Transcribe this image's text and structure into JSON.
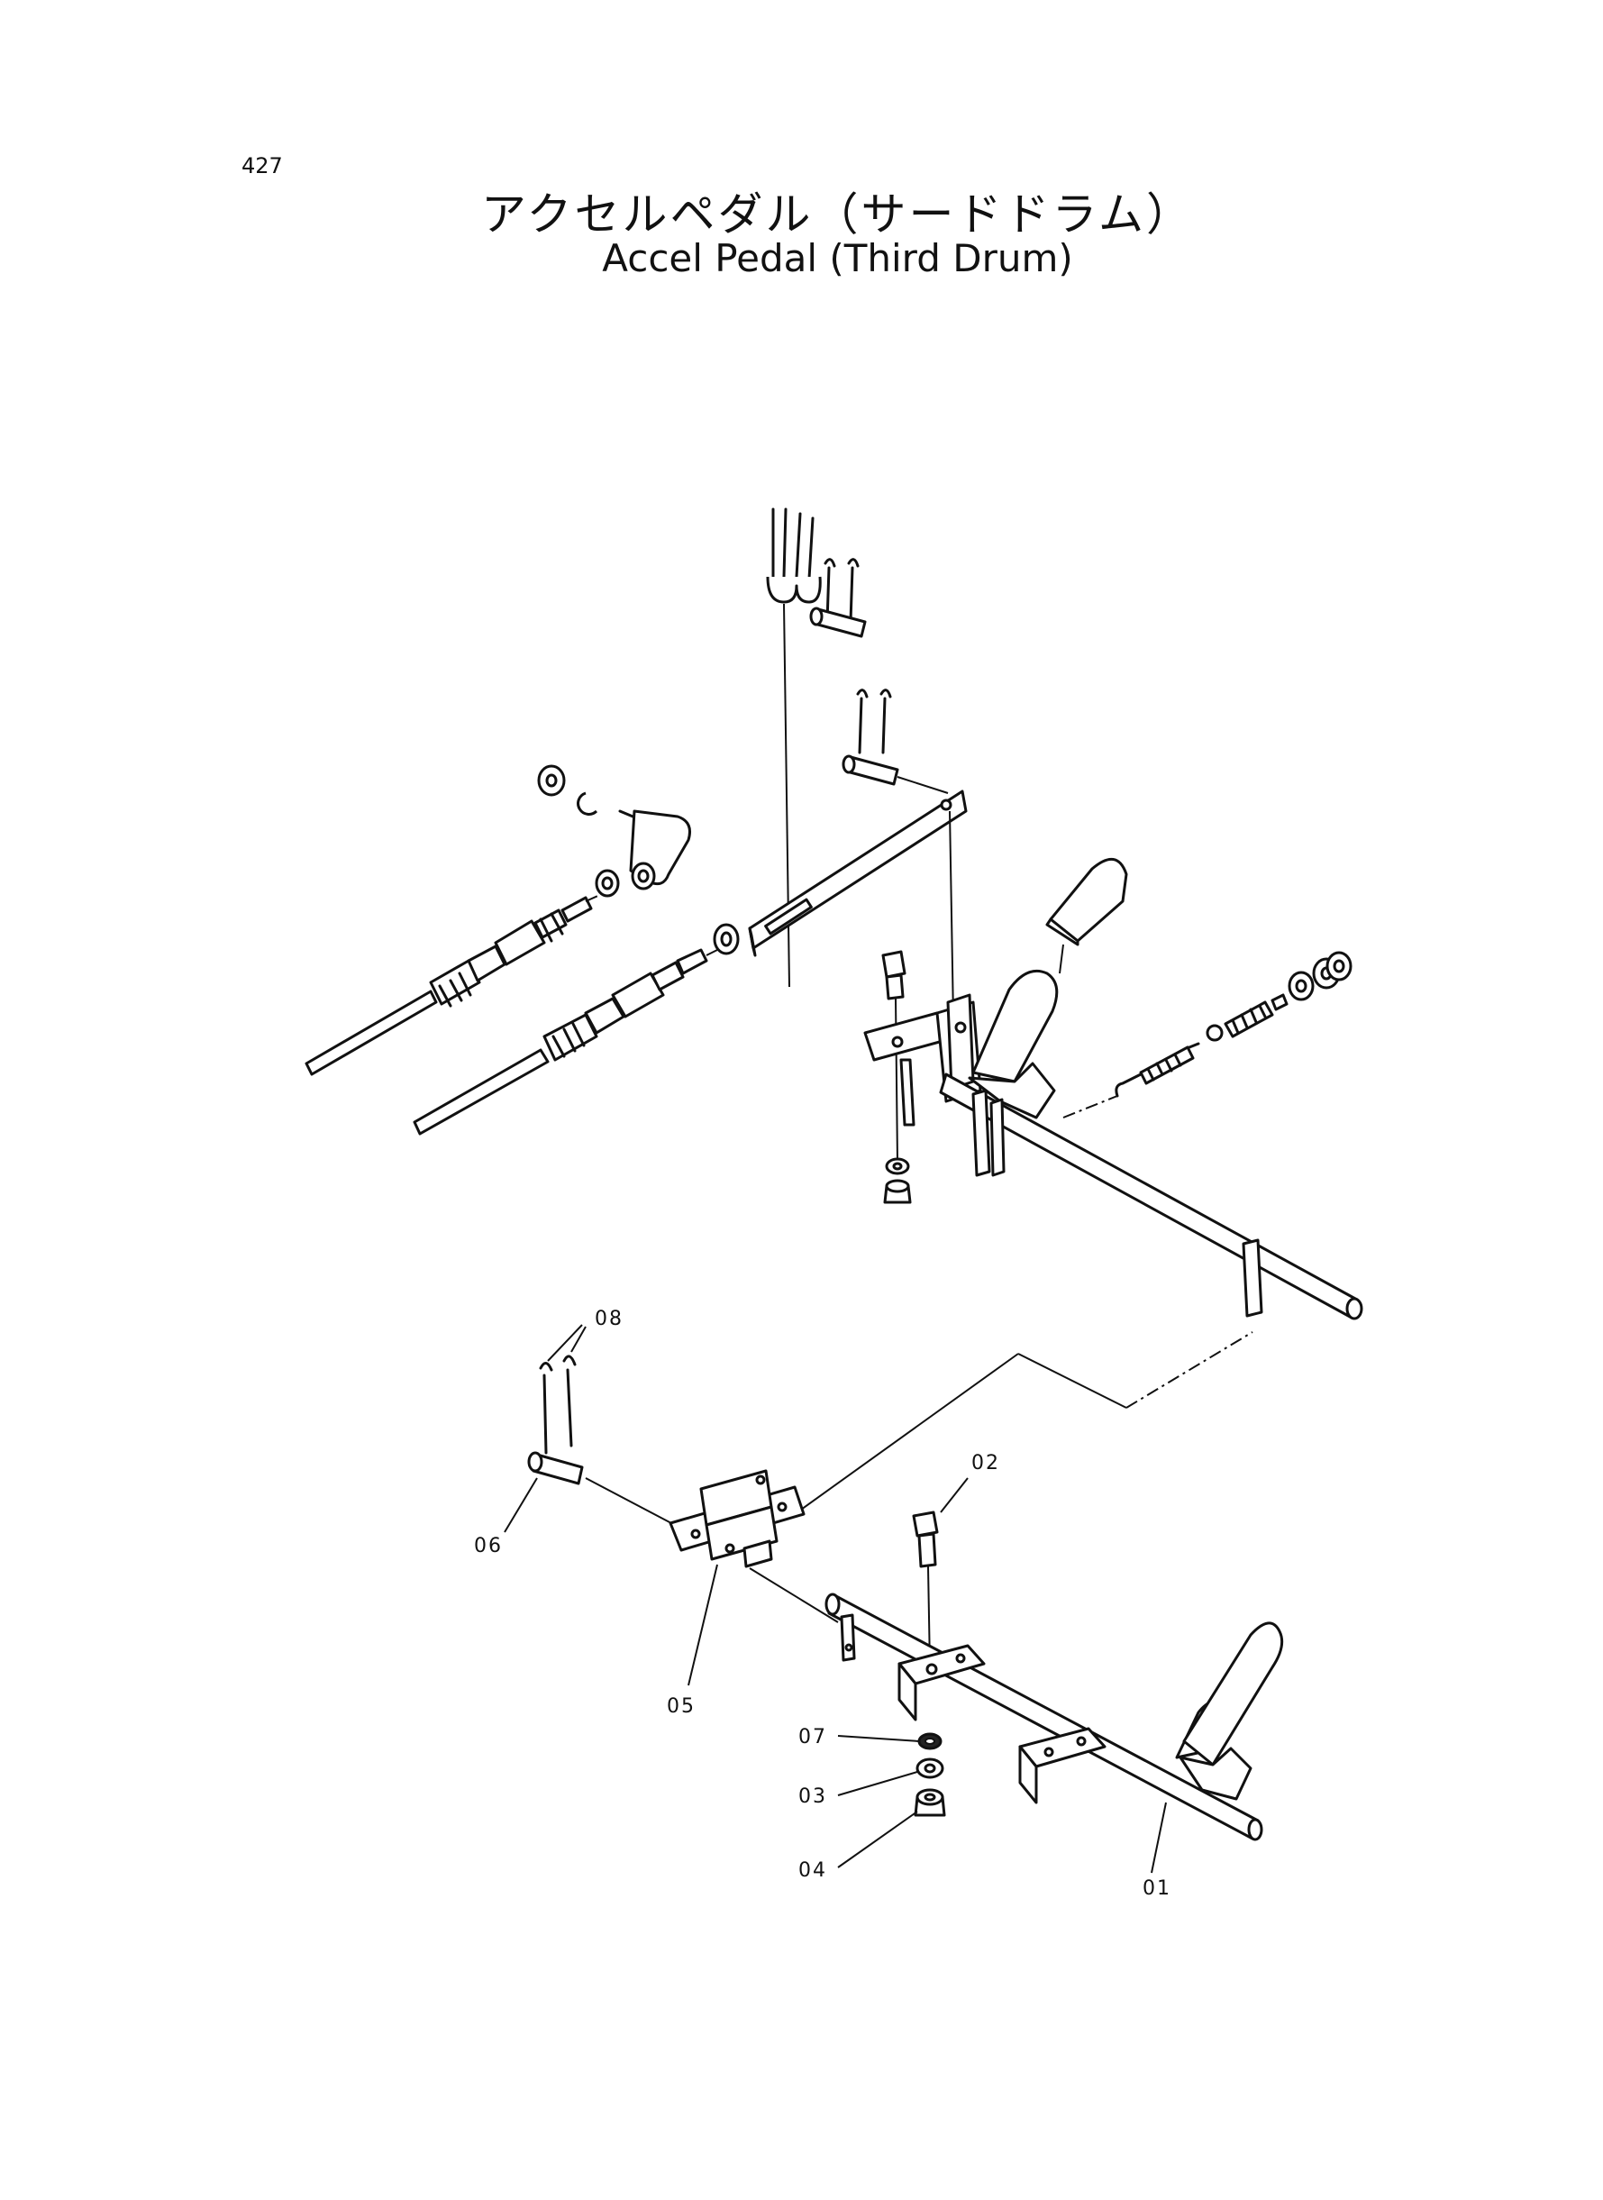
{
  "page_number": "427",
  "title_jp": "アクセルペダル（サードドラム）",
  "title_en": "Accel Pedal (Third Drum)",
  "callouts": {
    "c01": "01",
    "c02": "02",
    "c03": "03",
    "c04": "04",
    "c05": "05",
    "c06": "06",
    "c07": "07",
    "c08": "08"
  }
}
